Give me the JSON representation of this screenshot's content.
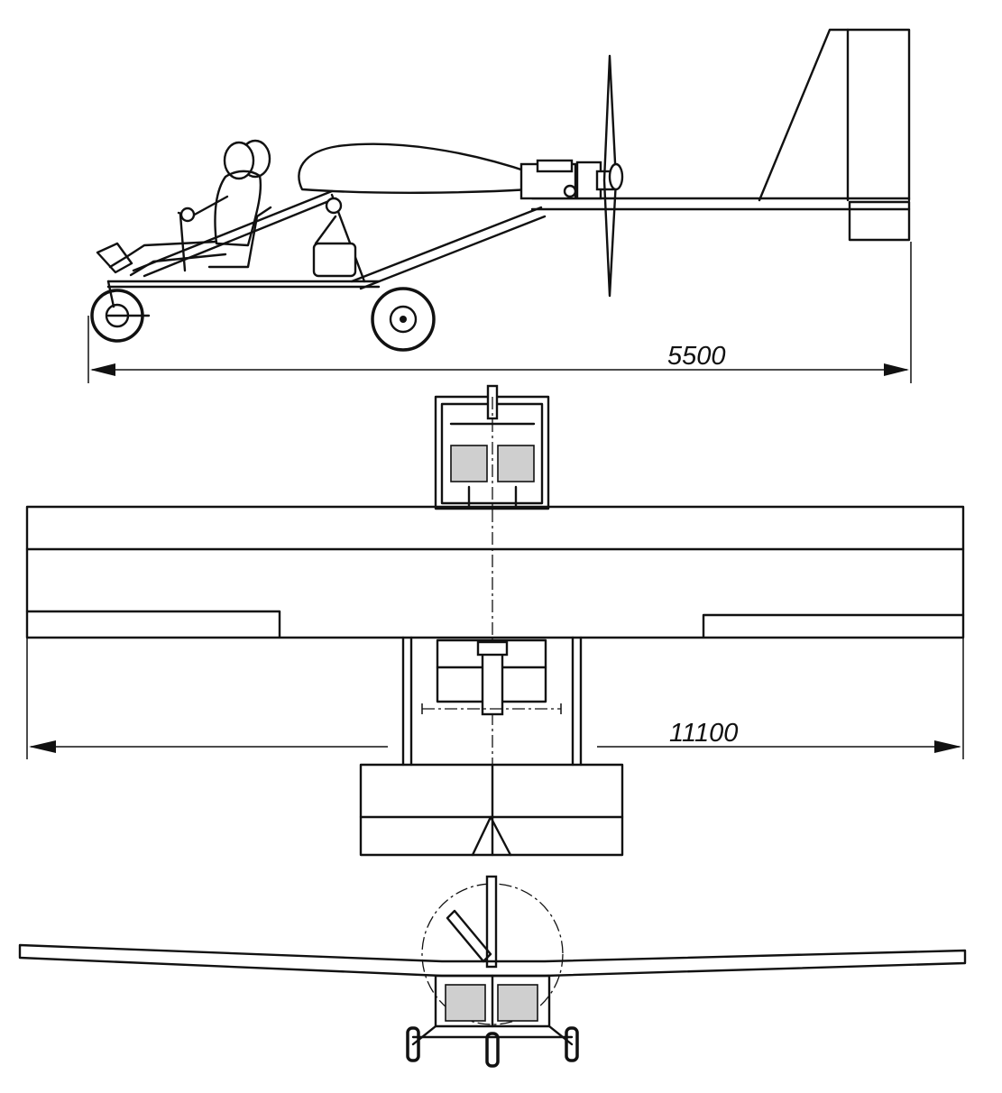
{
  "dimensions": {
    "length_label": "5500",
    "span_label": "11100"
  },
  "views": [
    "side-view",
    "top-view",
    "front-view"
  ]
}
